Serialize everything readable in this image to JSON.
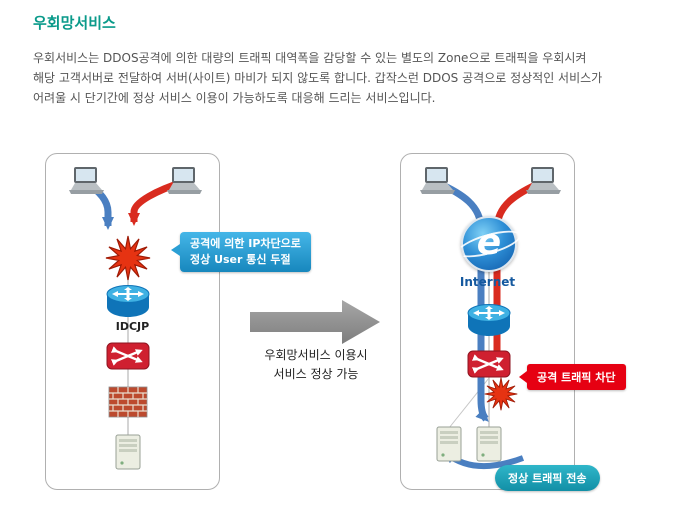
{
  "header": {
    "title": "우회망서비스",
    "description": "우회서비스는 DDOS공격에 의한 대량의 트래픽 대역폭을 감당할 수 있는 별도의 Zone으로 트래픽을 우회시켜\n해당 고객서버로 전달하여 서버(사이트) 마비가 되지 않도록 합니다. 갑작스런 DDOS 공격으로 정상적인 서비스가\n어려울 시 단기간에 정상 서비스 이용이 가능하도록 대응해 드리는 서비스입니다."
  },
  "before_panel": {
    "attack_callout": {
      "line1": "공격에 의한 IP차단으로",
      "line2": "정상 User 통신 두절"
    },
    "router_label": "IDCJP",
    "icons": [
      "laptop-icon",
      "laptop-icon",
      "attack-burst-icon",
      "router-icon",
      "switch-icon",
      "firewall-icon",
      "server-icon"
    ]
  },
  "transition": {
    "caption_line1": "우회망서비스 이용시",
    "caption_line2": "서비스 정상 가능"
  },
  "after_panel": {
    "internet": {
      "letter": "e",
      "label": "Internet"
    },
    "block_callout": "공격 트래픽 차단",
    "normal_callout": "정상 트래픽 전송",
    "icons": [
      "laptop-icon",
      "laptop-icon",
      "internet-icon",
      "router-icon",
      "switch-icon",
      "attack-burst-icon",
      "server-icon",
      "server-icon"
    ]
  },
  "colors": {
    "title": "#0a9a8a",
    "flow_blue": "#4a7fc1",
    "flow_red": "#d92b1f",
    "callout_blue": "#1787bd",
    "callout_red": "#e60012",
    "callout_teal": "#128fa6",
    "transition_arrow": "#8f8f8f"
  }
}
